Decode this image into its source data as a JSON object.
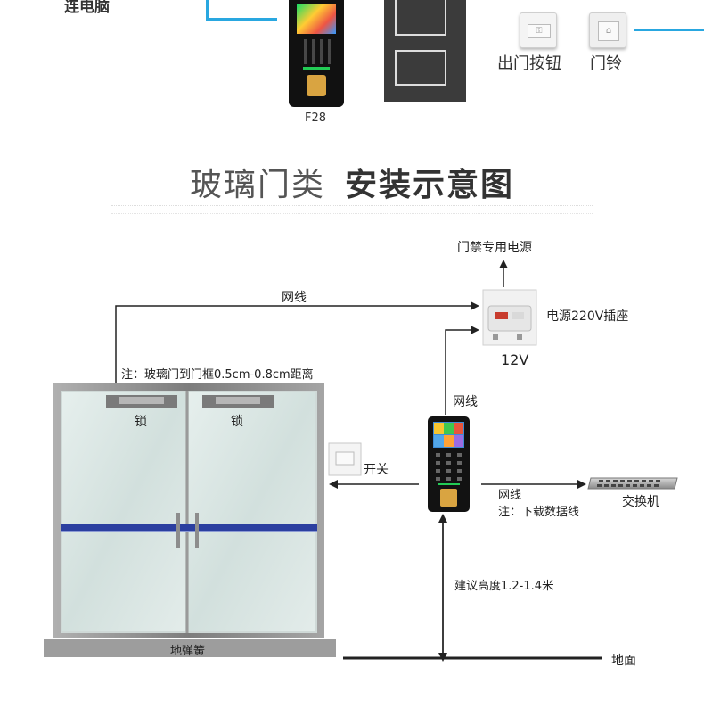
{
  "top": {
    "computer_label": "连电脑",
    "device_label": "F28",
    "exit_button_label": "出门按钮",
    "doorbell_label": "门铃"
  },
  "header": {
    "title_light": "玻璃门类",
    "title_bold": "安装示意图"
  },
  "diagram": {
    "access_power_label": "门禁专用电源",
    "network_cable_top": "网线",
    "power_socket_label": "电源220V插座",
    "psu_voltage_label": "12V",
    "glass_note": "注：玻璃门到门框0.5cm-0.8cm距离",
    "lock_left": "锁",
    "lock_right": "锁",
    "network_cable_mid": "网线",
    "switch_button_label": "开关",
    "network_cable_right": "网线",
    "download_note": "注：下载数据线",
    "network_switch_label": "交换机",
    "height_note": "建议高度1.2-1.4米",
    "floor_spring_label": "地弹簧",
    "ground_label": "地面"
  },
  "colors": {
    "accent_blue": "#29a7e0",
    "arrow": "#222222",
    "door_frame": "#8d8d8d",
    "glass": "#d9e6e4",
    "door_strip": "#2b3fa0"
  }
}
